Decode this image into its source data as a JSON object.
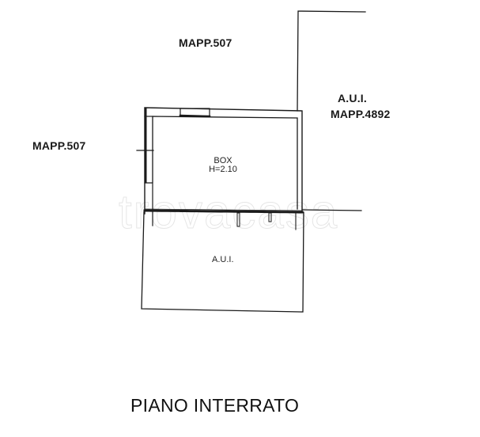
{
  "plan": {
    "title": "PIANO INTERRATO",
    "labels": {
      "mapp_top": "MAPP.507",
      "mapp_left": "MAPP.507",
      "aui_right_line1": "A.U.I.",
      "aui_right_line2": "MAPP.4892",
      "box_line1": "BOX",
      "box_line2": "H=2.10",
      "aui_bottom": "A.U.I."
    },
    "watermark": "trovacasa",
    "colors": {
      "line": "#1a1a1a",
      "background": "#ffffff",
      "watermark": "#e6e6e6"
    }
  }
}
